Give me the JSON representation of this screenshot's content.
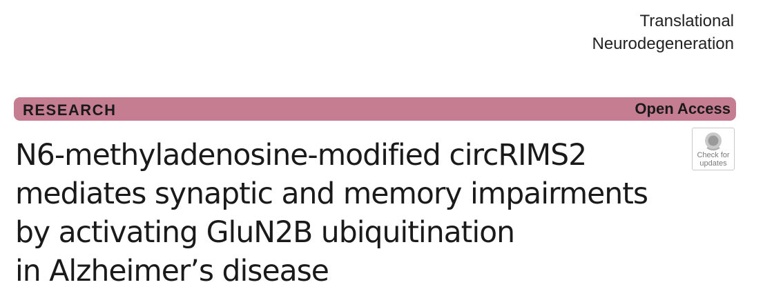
{
  "journal": {
    "name_line1": "Translational",
    "name_line2": "Neurodegeneration"
  },
  "banner": {
    "section": "RESEARCH",
    "access": "Open Access",
    "color": "#c57d92"
  },
  "badge": {
    "icon": "check-for-updates-icon",
    "line1": "Check for",
    "line2": "updates"
  },
  "title": {
    "line1": "N6-methyladenosine-modified circRIMS2",
    "line2": "mediates synaptic and memory impairments",
    "line3": "by activating GluN2B ubiquitination",
    "line4": "in Alzheimer’s disease"
  }
}
